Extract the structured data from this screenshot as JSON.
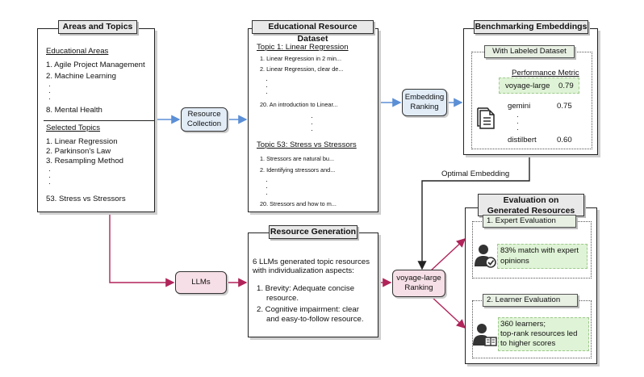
{
  "areas_topics": {
    "title": "Areas and Topics",
    "educational_areas_heading": "Educational Areas",
    "educational_areas": [
      "1. Agile Project Management",
      "2. Machine Learning",
      "8. Mental Health"
    ],
    "selected_topics_heading": "Selected Topics",
    "selected_topics": [
      "1. Linear Regression",
      "2. Parkinson's Law",
      "3. Resampling Method",
      "53. Stress vs Stressors"
    ]
  },
  "resource_collection": "Resource Collection",
  "dataset": {
    "title": "Educational Resource Dataset",
    "topic1_heading": "Topic 1: Linear Regression",
    "topic1_items": [
      "1. Linear Regression in 2 min...",
      "2. Linear Regression, clear de...",
      "20. An introduction to Linear..."
    ],
    "topic53_heading": "Topic 53: Stress vs Stressors",
    "topic53_items": [
      "1. Stressors are natural bu...",
      "2. Identifying stressors and...",
      "20. Stressors and how to m..."
    ]
  },
  "embedding_ranking": "Embedding Ranking",
  "benchmarking": {
    "title": "Benchmarking Embeddings",
    "subheader": "With Labeled Dataset",
    "metric_heading": "Performance Metric",
    "rows": [
      {
        "model": "voyage-large",
        "score": "0.79"
      },
      {
        "model": "gemini",
        "score": "0.75"
      },
      {
        "model": "distilbert",
        "score": "0.60"
      }
    ],
    "document_icon": "document-icon"
  },
  "optimal_embedding": "Optimal Embedding",
  "resource_generation": {
    "title": "Resource Generation",
    "intro": "6 LLMs generated topic resources with individualization aspects:",
    "aspect1_line1": "1. Brevity: Adequate concise",
    "aspect1_line2": "resource.",
    "aspect2_line1": "2. Cognitive impairment: clear",
    "aspect2_line2": "and easy-to-follow resource."
  },
  "llms": "LLMs",
  "voyage_ranking": "voyage-large Ranking",
  "evaluation": {
    "title_line1": "Evaluation on",
    "title_line2": "Generated Resources",
    "expert_heading": "1. Expert Evaluation",
    "expert_text_line1": "83% match with expert",
    "expert_text_line2": "opinions",
    "learner_heading": "2. Learner Evaluation",
    "learner_text_line1": "360 learners;",
    "learner_text_line2": "top-rank resources led",
    "learner_text_line3": "to higher scores",
    "expert_icon": "expert-check-icon",
    "learner_icon": "learner-book-icon"
  },
  "colors": {
    "blue_arrow": "#5b8fd6",
    "red_arrow": "#b0245a",
    "blue_node": "#e1ecf7",
    "pink_node": "#f6dfe6",
    "green_highlight": "#dff3d6"
  }
}
